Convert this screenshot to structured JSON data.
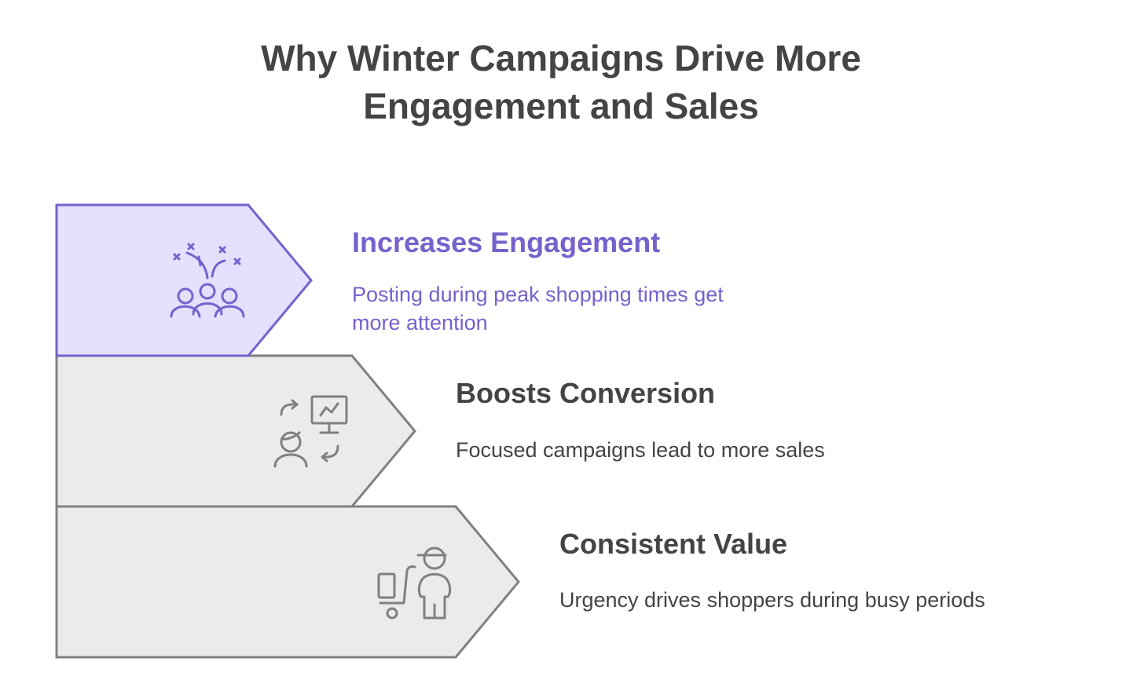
{
  "title": {
    "line1": "Why Winter Campaigns Drive More",
    "line2": "Engagement and Sales"
  },
  "colors": {
    "title": "#444444",
    "highlight_fill": "#e4e0fd",
    "highlight_stroke": "#7562cc",
    "highlight_text": "#7562cc",
    "neutral_fill": "#ebebeb",
    "neutral_stroke": "#808080",
    "neutral_text": "#444444",
    "neutral_icon": "#808080"
  },
  "items": [
    {
      "title": "Increases Engagement",
      "desc_line1": "Posting during peak shopping times get",
      "desc_line2": "more attention",
      "icon": "celebrating-crowd-icon",
      "highlighted": true
    },
    {
      "title": "Boosts Conversion",
      "desc_line1": "Focused campaigns lead to more sales",
      "desc_line2": "",
      "icon": "person-chart-conversion-icon",
      "highlighted": false
    },
    {
      "title": "Consistent Value",
      "desc_line1": "Urgency drives shoppers during busy periods",
      "desc_line2": "",
      "icon": "shopper-cart-icon",
      "highlighted": false
    }
  ]
}
